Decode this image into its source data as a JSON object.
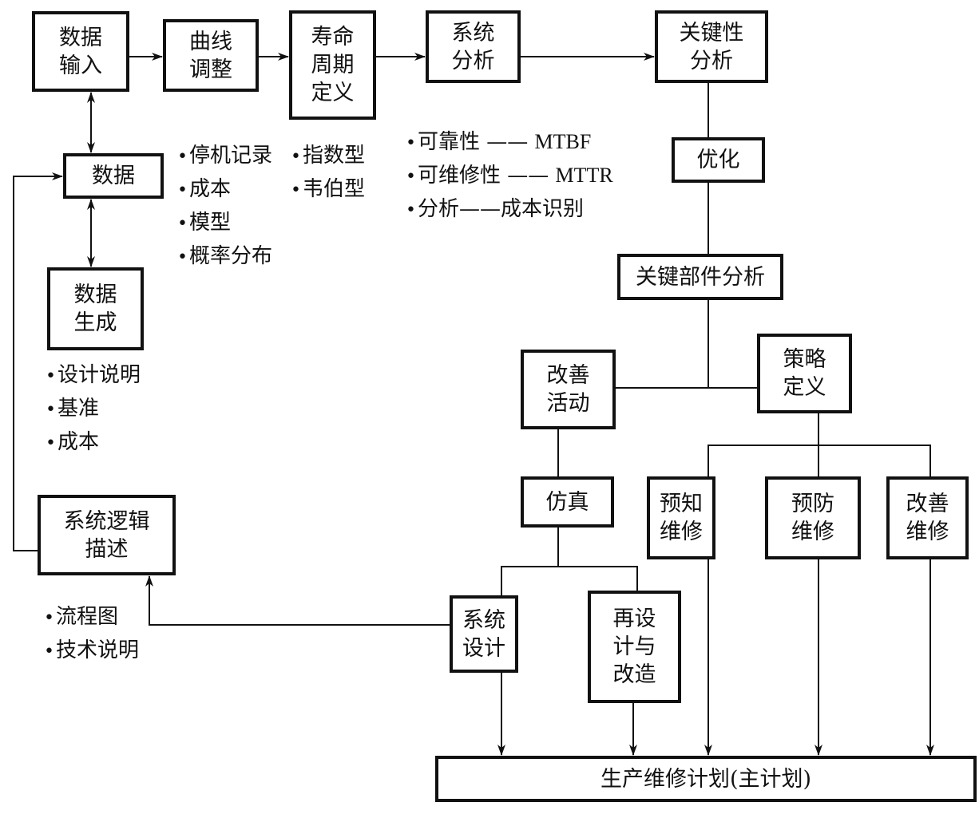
{
  "diagram": {
    "type": "maintenance-planning-flowchart",
    "boxes": {
      "data_input": "数据\n输入",
      "curve_fit": "曲线\n调整",
      "lifecycle_def": "寿命\n周期\n定义",
      "system_analysis": "系统\n分析",
      "criticality_analysis": "关键性\n分析",
      "data": "数据",
      "data_generation": "数据\n生成",
      "optimization": "优化",
      "critical_component_analysis": "关键部件分析",
      "improvement_activity": "改善\n活动",
      "strategy_def": "策略\n定义",
      "system_logic_desc": "系统逻辑\n描述",
      "simulation": "仿真",
      "predictive_maint": "预知\n维修",
      "preventive_maint": "预防\n维修",
      "corrective_maint": "改善\n维修",
      "system_design": "系统\n设计",
      "redesign": "再设\n计与\n改造",
      "master_plan": "生产维修计划(主计划)"
    },
    "notes": {
      "curve_inputs": [
        "停机记录",
        "成本",
        "模型",
        "概率分布"
      ],
      "distribution_types": [
        "指数型",
        "韦伯型"
      ],
      "analysis_metrics": [
        {
          "label": "可靠性",
          "dash": "——",
          "value": "MTBF"
        },
        {
          "label": "可维修性",
          "dash": "——",
          "value": "MTTR"
        },
        {
          "label": "分析",
          "dash": "——",
          "value": "成本识别"
        }
      ],
      "data_gen_items": [
        "设计说明",
        "基准",
        "成本"
      ],
      "logic_items": [
        "流程图",
        "技术说明"
      ]
    },
    "bullet": "•",
    "connections": [
      {
        "from": "data_input",
        "to": "curve_fit",
        "arrow": true
      },
      {
        "from": "curve_fit",
        "to": "lifecycle_def",
        "arrow": true
      },
      {
        "from": "lifecycle_def",
        "to": "system_analysis",
        "arrow": true
      },
      {
        "from": "system_analysis",
        "to": "criticality_analysis",
        "arrow": true
      },
      {
        "from": "data_input",
        "to": "data",
        "arrow": "both"
      },
      {
        "from": "data",
        "to": "data_generation",
        "arrow": "both"
      },
      {
        "from": "system_logic_desc",
        "to": "data",
        "arrow": true
      },
      {
        "from": "criticality_analysis",
        "to": "optimization",
        "arrow": false
      },
      {
        "from": "optimization",
        "to": "critical_component_analysis",
        "arrow": false
      },
      {
        "from": "critical_component_analysis",
        "to": "improvement_activity",
        "arrow": false
      },
      {
        "from": "critical_component_analysis",
        "to": "strategy_def",
        "arrow": false
      },
      {
        "from": "strategy_def",
        "to": "predictive_maint",
        "arrow": false
      },
      {
        "from": "strategy_def",
        "to": "preventive_maint",
        "arrow": false
      },
      {
        "from": "strategy_def",
        "to": "corrective_maint",
        "arrow": false
      },
      {
        "from": "improvement_activity",
        "to": "simulation",
        "arrow": false
      },
      {
        "from": "simulation",
        "to": "system_design",
        "arrow": false
      },
      {
        "from": "simulation",
        "to": "redesign",
        "arrow": false
      },
      {
        "from": "system_design",
        "to": "system_logic_desc",
        "arrow": true
      },
      {
        "from": "system_design",
        "to": "master_plan",
        "arrow": true
      },
      {
        "from": "redesign",
        "to": "master_plan",
        "arrow": true
      },
      {
        "from": "predictive_maint",
        "to": "master_plan",
        "arrow": true
      },
      {
        "from": "preventive_maint",
        "to": "master_plan",
        "arrow": true
      },
      {
        "from": "corrective_maint",
        "to": "master_plan",
        "arrow": true
      }
    ]
  }
}
